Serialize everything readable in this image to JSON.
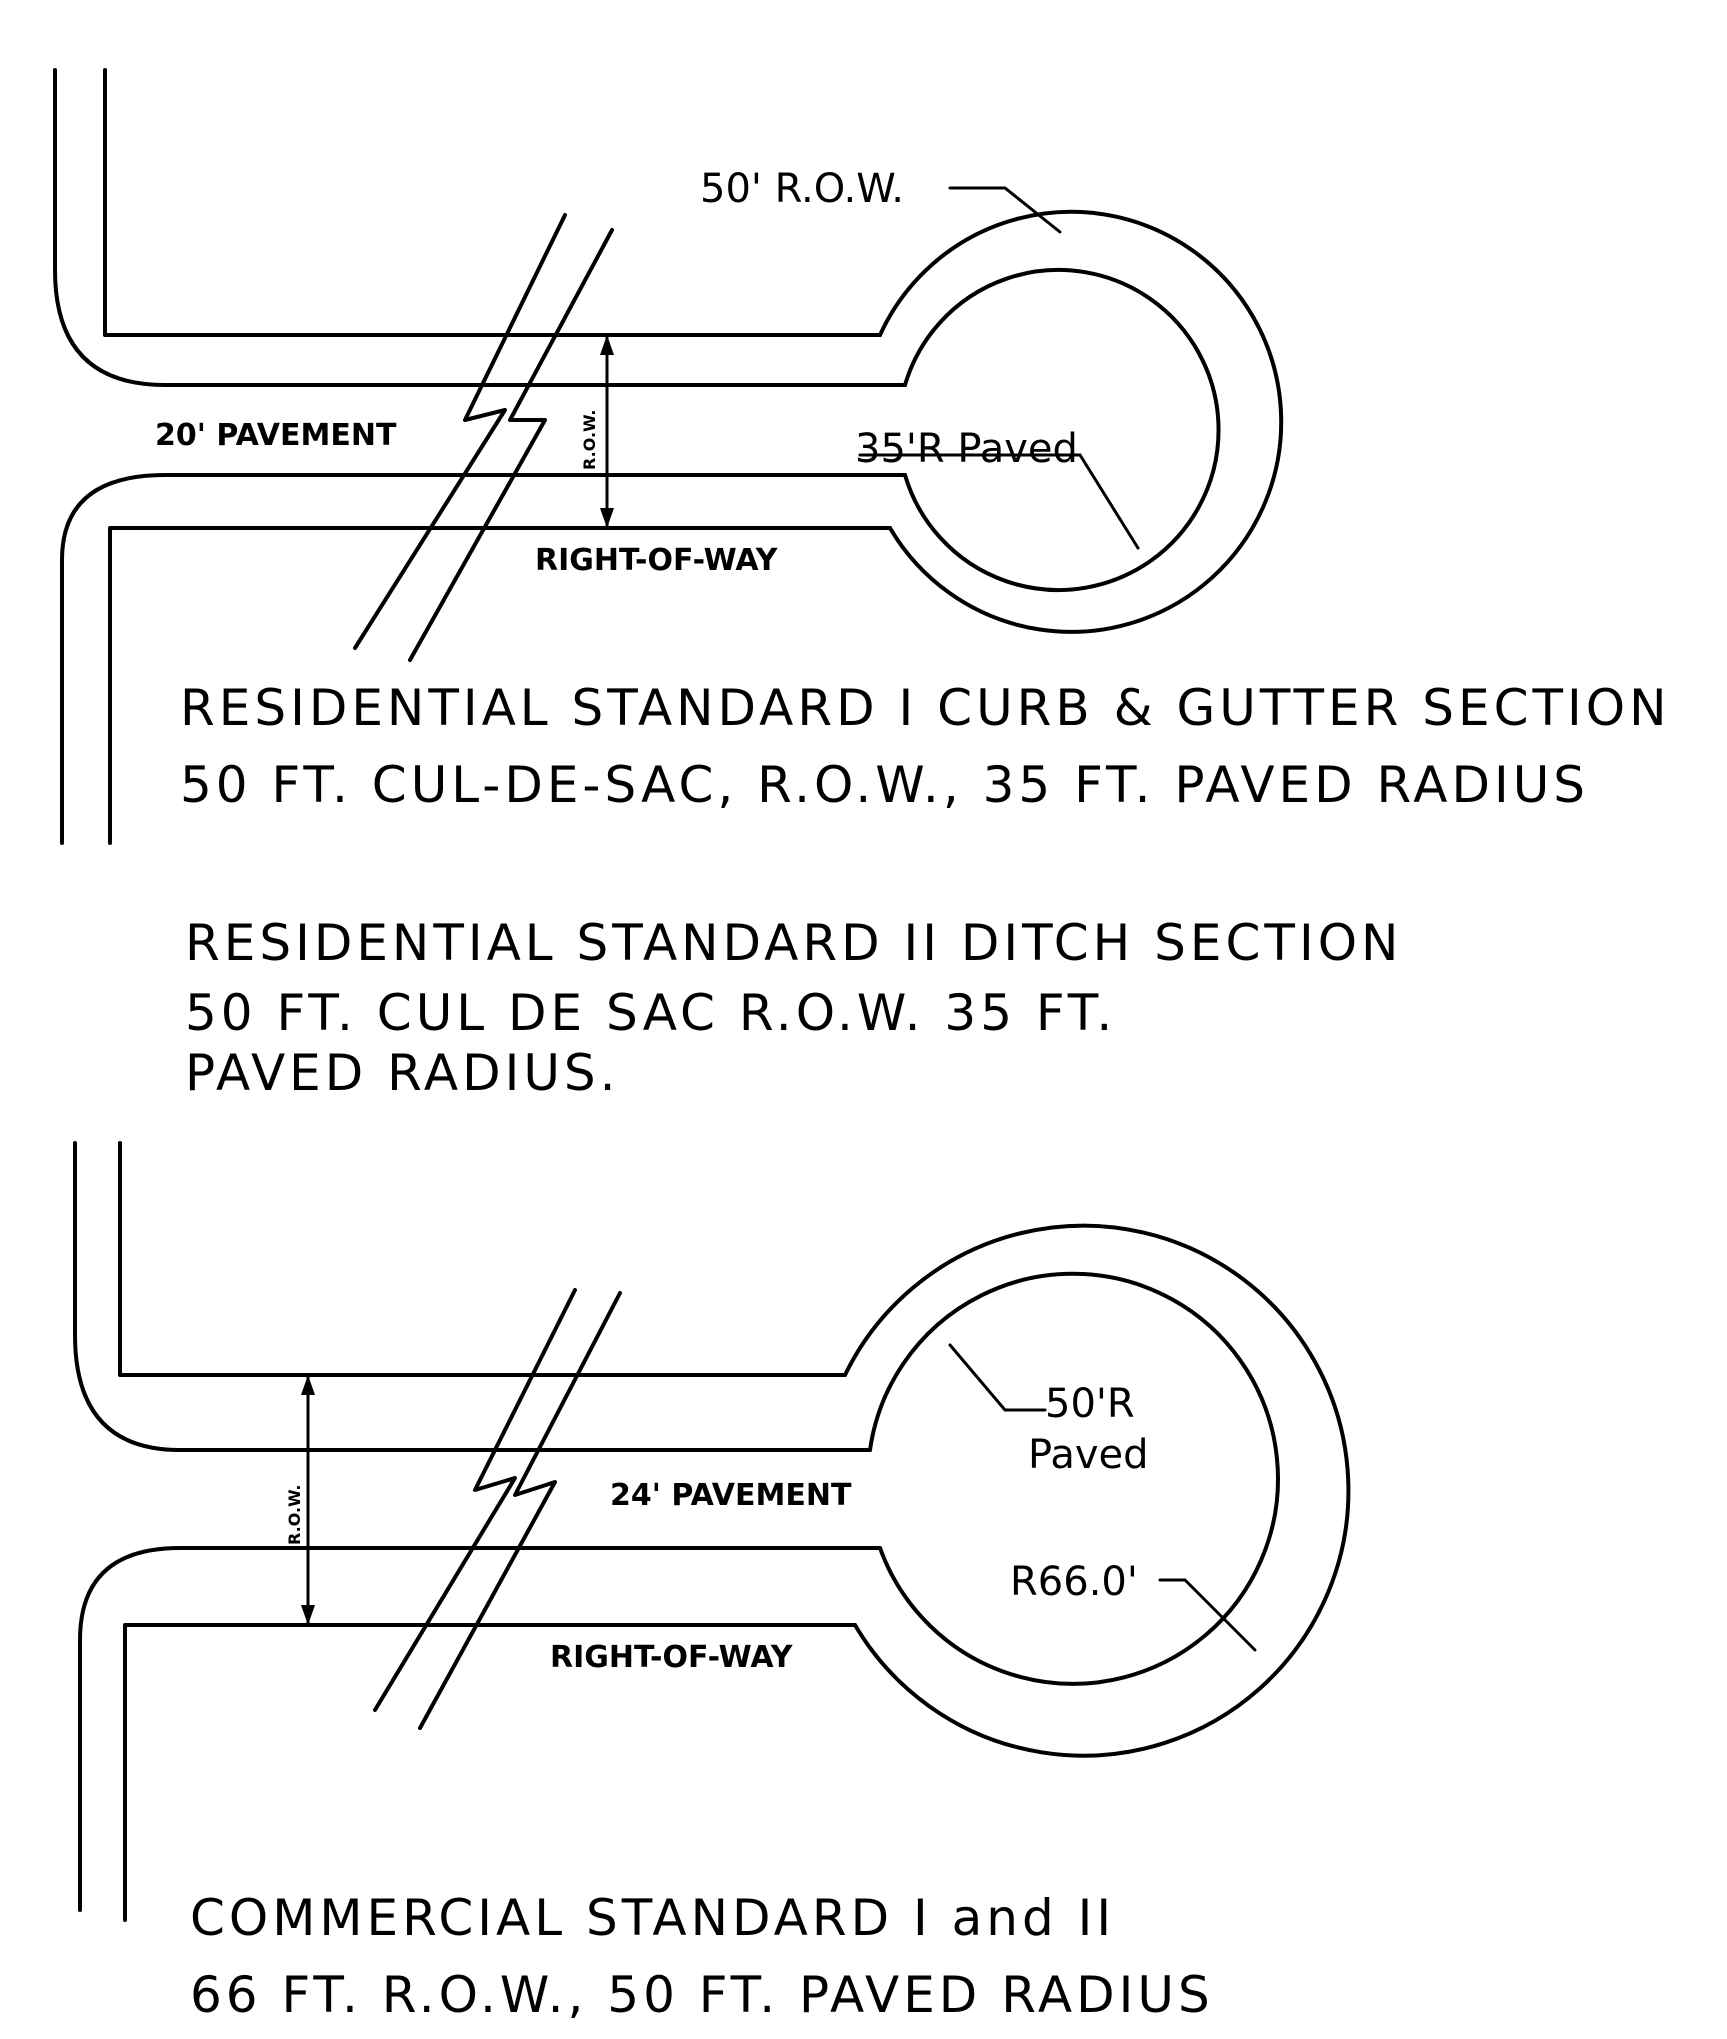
{
  "section1": {
    "label_row": "50' R.O.W.",
    "label_pavement": "20' PAVEMENT",
    "label_row_vertical": "R.O.W.",
    "label_paved_radius": "35'R Paved",
    "label_right_of_way": "RIGHT-OF-WAY",
    "caption_line1": "RESIDENTIAL STANDARD I CURB & GUTTER SECTION",
    "caption_line2": "50 FT. CUL-DE-SAC, R.O.W., 35 FT. PAVED RADIUS"
  },
  "section2": {
    "caption_line1": "RESIDENTIAL STANDARD II DITCH SECTION",
    "caption_line2": "50 FT. CUL DE SAC R.O.W. 35 FT.",
    "caption_line3": "PAVED RADIUS."
  },
  "section3": {
    "label_paved_radius_line1": "50'R",
    "label_paved_radius_line2": "Paved",
    "label_row_vertical": "R.O.W.",
    "label_pavement": "24' PAVEMENT",
    "label_row_radius": "R66.0'",
    "label_right_of_way": "RIGHT-OF-WAY",
    "caption_line1": "COMMERCIAL STANDARD I and II",
    "caption_line2": "66 FT.   R.O.W.,   50 FT. PAVED RADIUS"
  }
}
